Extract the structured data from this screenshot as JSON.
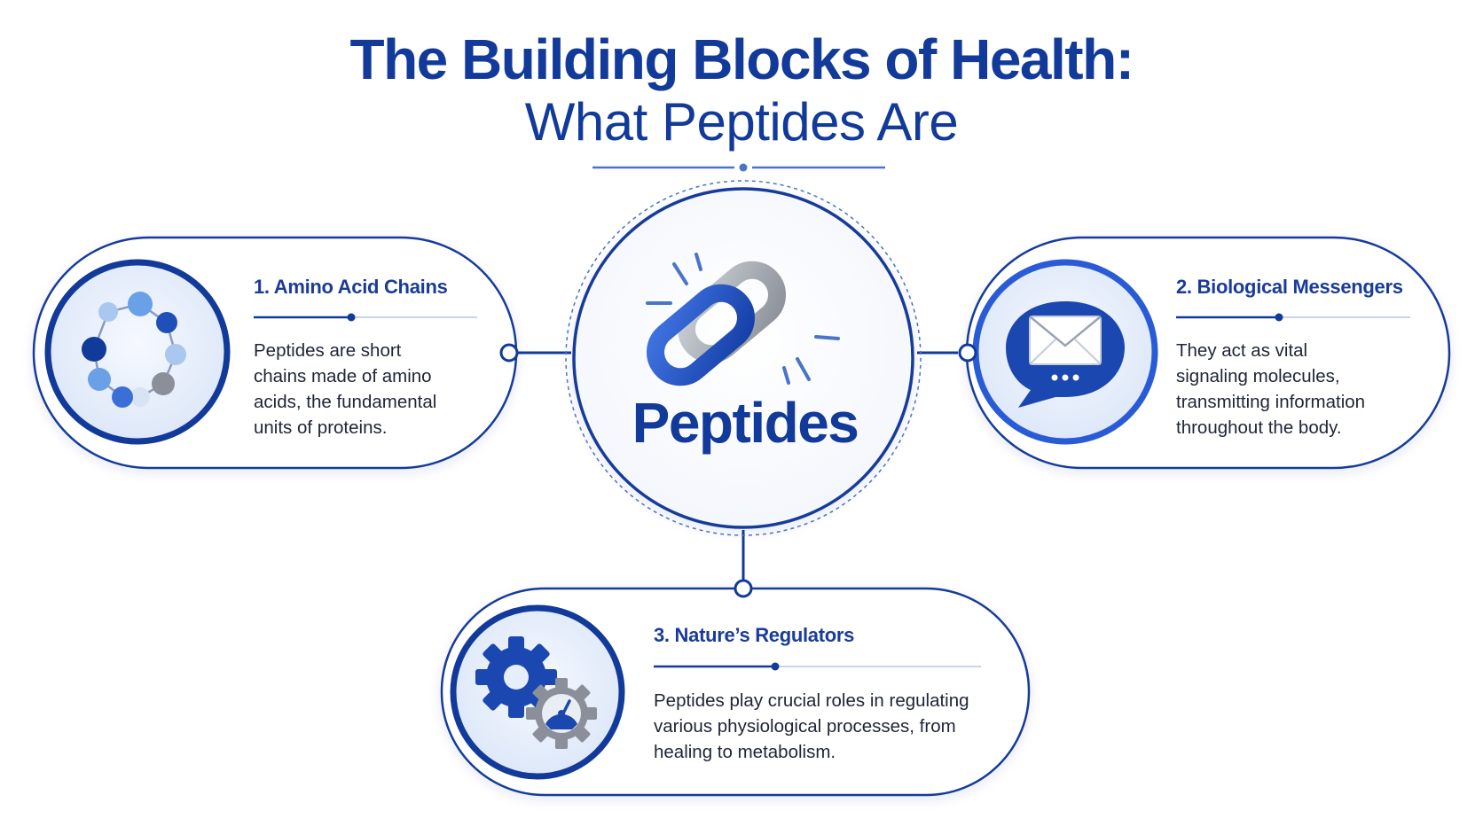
{
  "title": "The Building Blocks of Health:",
  "subtitle": "What Peptides Are",
  "center": {
    "label": "Peptides",
    "icon": "chain-link-icon"
  },
  "colors": {
    "primary": "#123a9a",
    "accent": "#2a5bd7",
    "light": "#e7eefb",
    "gray": "#9ea4ad"
  },
  "cards": [
    {
      "heading": "1. Amino Acid Chains",
      "body": [
        "Peptides are short",
        "chains made of amino",
        "acids, the fundamental",
        "units of proteins."
      ],
      "icon": "amino-acid-ring-icon"
    },
    {
      "heading": "2. Biological Messengers",
      "body": [
        "They act as vital",
        "signaling molecules,",
        "transmitting information",
        "throughout the body."
      ],
      "icon": "message-envelope-icon"
    },
    {
      "heading": "3. Nature’s Regulators",
      "body": [
        "Peptides play crucial roles in regulating",
        "various physiological processes, from",
        "healing to metabolism."
      ],
      "icon": "gear-gauge-icon"
    }
  ]
}
